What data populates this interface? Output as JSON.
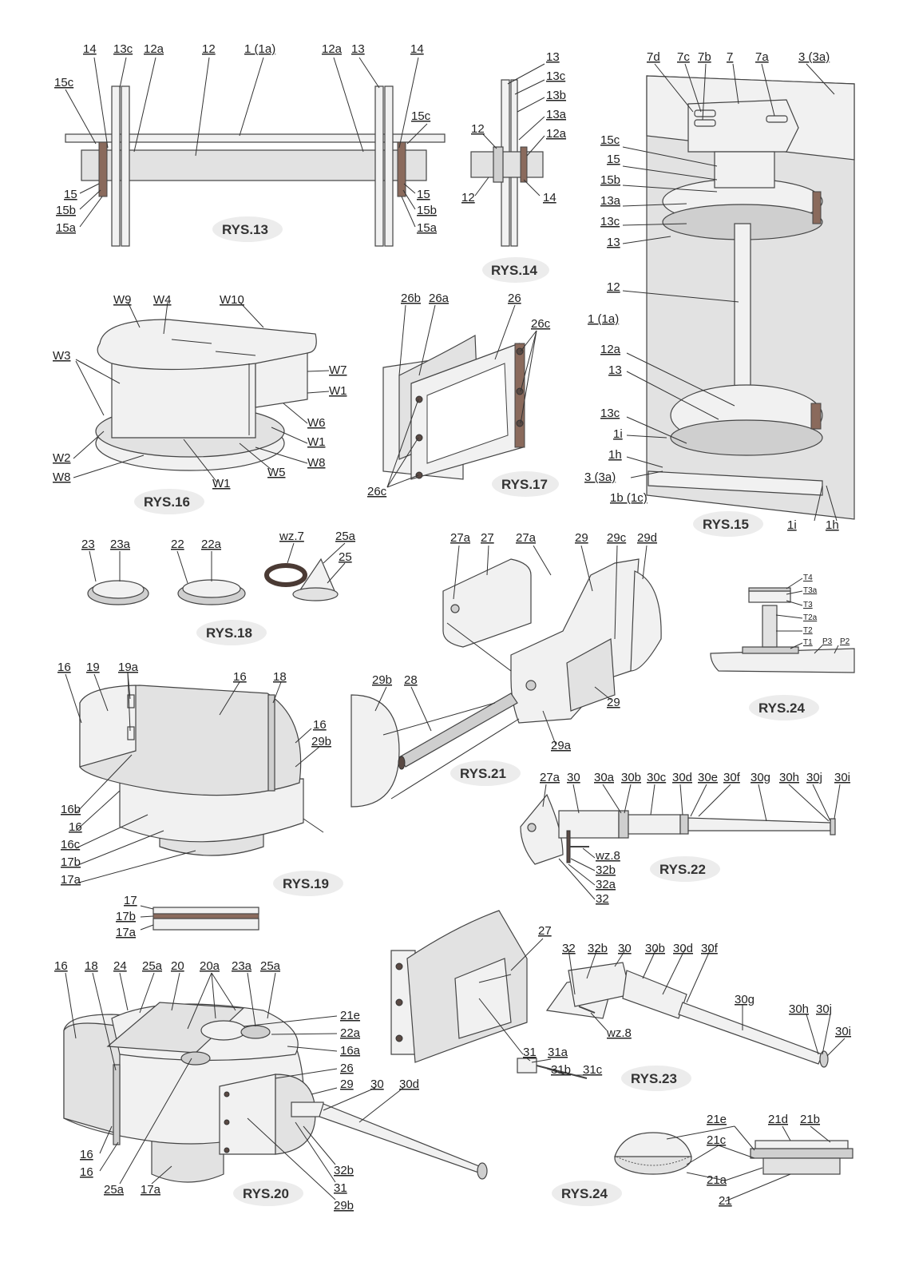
{
  "figures": [
    {
      "id": "rys13",
      "title": "RYS.13",
      "labels": [
        "14",
        "13c",
        "12a",
        "12",
        "1 (1a)",
        "12a",
        "13",
        "14",
        "15c",
        "15c",
        "15",
        "15b",
        "15a",
        "15",
        "15b",
        "15a"
      ]
    },
    {
      "id": "rys14",
      "title": "RYS.14",
      "labels": [
        "13",
        "13c",
        "13b",
        "13a",
        "12a",
        "12",
        "12",
        "14"
      ]
    },
    {
      "id": "rys15",
      "title": "RYS.15",
      "labels": [
        "7d",
        "7c",
        "7b",
        "7",
        "7a",
        "3 (3a)",
        "15c",
        "15",
        "15b",
        "13a",
        "13c",
        "13",
        "12",
        "1 (1a)",
        "12a",
        "13",
        "13c",
        "1i",
        "1h",
        "3 (3a)",
        "1b (1c)",
        "1i",
        "1h"
      ]
    },
    {
      "id": "rys16",
      "title": "RYS.16",
      "labels": [
        "W9",
        "W4",
        "W10",
        "W3",
        "W7",
        "W1",
        "W6",
        "W1",
        "W2",
        "W8",
        "W8",
        "W5",
        "W1"
      ]
    },
    {
      "id": "rys17",
      "title": "RYS.17",
      "labels": [
        "26b",
        "26a",
        "26",
        "26c",
        "26c"
      ]
    },
    {
      "id": "rys18",
      "title": "RYS.18",
      "labels": [
        "23",
        "23a",
        "22",
        "22a",
        "wz.7",
        "25a",
        "25"
      ]
    },
    {
      "id": "rys19",
      "title": "RYS.19",
      "labels": [
        "16",
        "19",
        "19a",
        "16",
        "18",
        "16",
        "29b",
        "16b",
        "16",
        "16c",
        "17b",
        "17a"
      ]
    },
    {
      "id": "rys17s",
      "title": "",
      "labels": [
        "17",
        "17b",
        "17a"
      ]
    },
    {
      "id": "rys20",
      "title": "RYS.20",
      "labels": [
        "16",
        "18",
        "24",
        "25a",
        "20",
        "20a",
        "23a",
        "25a",
        "21e",
        "22a",
        "16a",
        "26",
        "29",
        "30",
        "30d",
        "16",
        "16",
        "25a",
        "17a",
        "32b",
        "31",
        "29b"
      ]
    },
    {
      "id": "rys21",
      "title": "RYS.21",
      "labels": [
        "27a",
        "27",
        "27a",
        "29",
        "29c",
        "29d",
        "29b",
        "28",
        "29",
        "29a"
      ]
    },
    {
      "id": "rys22",
      "title": "RYS.22",
      "labels": [
        "27a",
        "30",
        "30a",
        "30b",
        "30c",
        "30d",
        "30e",
        "30f",
        "30g",
        "30h",
        "30j",
        "30i",
        "wz.8",
        "32b",
        "32a",
        "32"
      ]
    },
    {
      "id": "rys23",
      "title": "RYS.23",
      "labels": [
        "27",
        "32",
        "32b",
        "30",
        "30b",
        "30d",
        "30f",
        "30g",
        "30h",
        "30j",
        "30i",
        "wz.8",
        "31",
        "31a",
        "31b",
        "31c"
      ]
    },
    {
      "id": "rys24a",
      "title": "RYS.24",
      "labels": [
        "T4",
        "T3a",
        "T3",
        "T2a",
        "T2",
        "T1",
        "P3",
        "P2"
      ]
    },
    {
      "id": "rys24b",
      "title": "RYS.24",
      "labels": [
        "21e",
        "21d",
        "21b",
        "21c",
        "21a",
        "21"
      ]
    }
  ]
}
